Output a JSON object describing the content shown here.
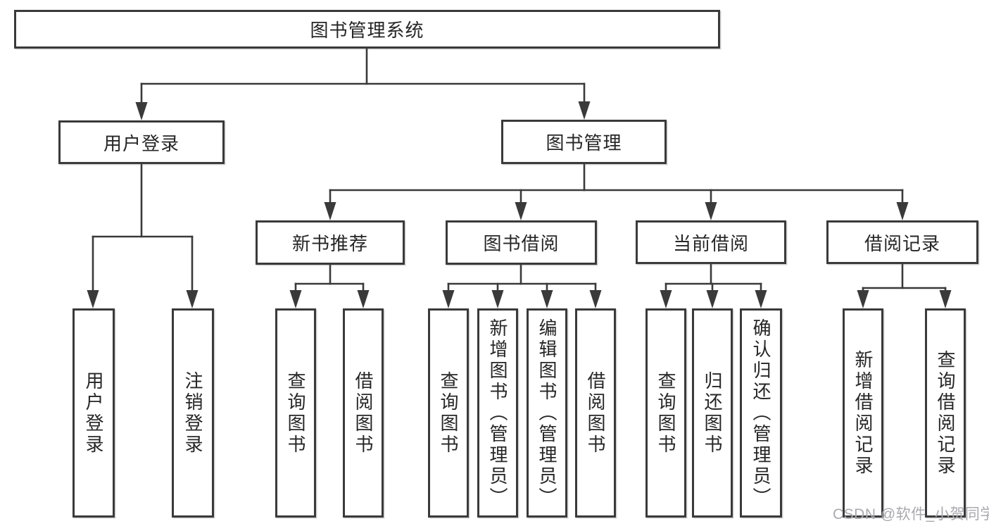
{
  "diagram": {
    "root": "图书管理系统",
    "level2": {
      "user_login": "用户登录",
      "book_mgmt": "图书管理"
    },
    "level3": {
      "new_books": "新书推荐",
      "book_borrow": "图书借阅",
      "current_borrow": "当前借阅",
      "borrow_records": "借阅记录"
    },
    "leaves": {
      "user_login": [
        "用户登录",
        "注销登录"
      ],
      "new_books": [
        "查询图书",
        "借阅图书"
      ],
      "book_borrow": [
        "查询图书",
        "新增图书（管理员）",
        "编辑图书（管理员）",
        "借阅图书"
      ],
      "current_borrow": [
        "查询图书",
        "归还图书",
        "确认归还（管理员）"
      ],
      "borrow_records": [
        "新增借阅记录",
        "查询借阅记录"
      ]
    }
  },
  "watermark": "CSDN @软件_小贺同学",
  "colors": {
    "line": "#3a3a3a",
    "text": "#262626",
    "watermark": "#a9a9af",
    "background": "#ffffff"
  }
}
